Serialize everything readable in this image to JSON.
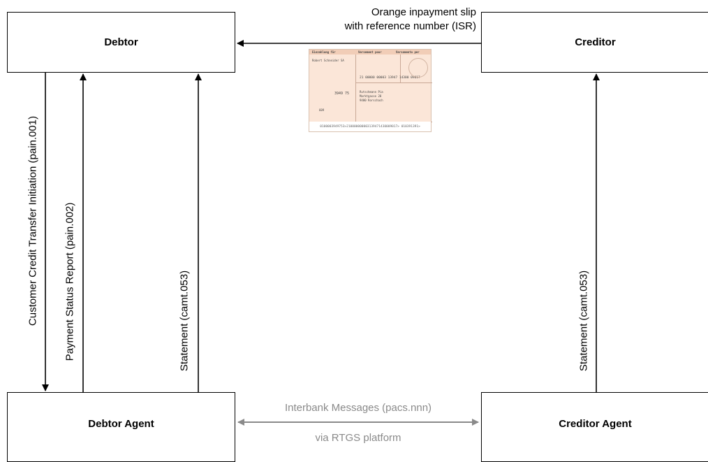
{
  "nodes": {
    "debtor": "Debtor",
    "creditor": "Creditor",
    "debtor_agent": "Debtor Agent",
    "creditor_agent": "Creditor Agent"
  },
  "labels": {
    "isr_line1": "Orange inpayment slip",
    "isr_line2": "with reference number (ISR)",
    "pain001": "Customer Credit Transfer Initiation (pain.001)",
    "pain002": "Payment Status Report (pain.002)",
    "camt053_debtor": "Statement (camt.053)",
    "camt053_creditor": "Statement (camt.053)",
    "interbank": "Interbank Messages (pacs.nnn)",
    "rtgs": "via RTGS platform"
  },
  "isr_slip": {
    "header_left": "Einzahlung für",
    "header_mid": "Versement pour",
    "header_right": "Versamento per",
    "payee": "Robert Schneider SA",
    "amount": "3949 75",
    "ref_number": "21 00000 00003 13947 14300 09017",
    "payer_1": "Rutschmann Pia",
    "payer_2": "Marktgasse 28",
    "payer_3": "9400 Rorschach",
    "account": "609",
    "code_line": "0100003949753>210000000003139471430009017> 010391391>"
  },
  "colors": {
    "arrow": "#000000",
    "interbank_arrow": "#8a8a8a",
    "slip": "#fbe6d8"
  }
}
